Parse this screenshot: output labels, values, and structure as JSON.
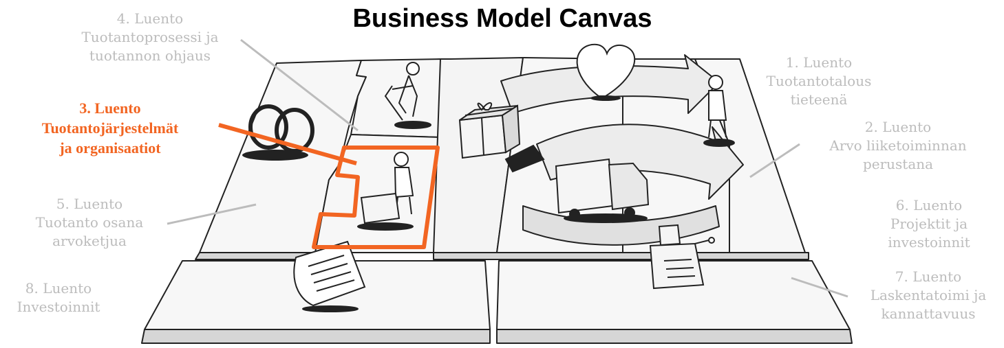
{
  "title": "Business Model Canvas",
  "lectures": {
    "l1": [
      "1. Luento",
      "Tuotantotalous",
      "tieteenä"
    ],
    "l2": [
      "2. Luento",
      "Arvo liiketoiminnan",
      "perustana"
    ],
    "l3": [
      "3. Luento",
      "Tuotantojärjestelmät",
      "ja organisaatiot"
    ],
    "l4": [
      "4. Luento",
      "Tuotantoprosessi ja",
      "tuotannon ohjaus"
    ],
    "l5": [
      "5. Luento",
      "Tuotanto osana",
      "arvoketjua"
    ],
    "l6": [
      "6. Luento",
      "Projektit ja",
      "investoinnit"
    ],
    "l7": [
      "7. Luento",
      "Laskentatoimi ja",
      "kannattavuus"
    ],
    "l8": [
      "8. Luento",
      "Investoinnit"
    ]
  },
  "colors": {
    "highlight": "#f26522",
    "muted": "#bcbcbc",
    "ink": "#222222"
  },
  "icons": [
    "rings-icon",
    "digging-person-icon",
    "worker-at-machine-icon",
    "gift-box-icon",
    "heart-icon",
    "standing-person-icon",
    "truck-icon",
    "cash-register-icon",
    "contract-document-icon"
  ]
}
